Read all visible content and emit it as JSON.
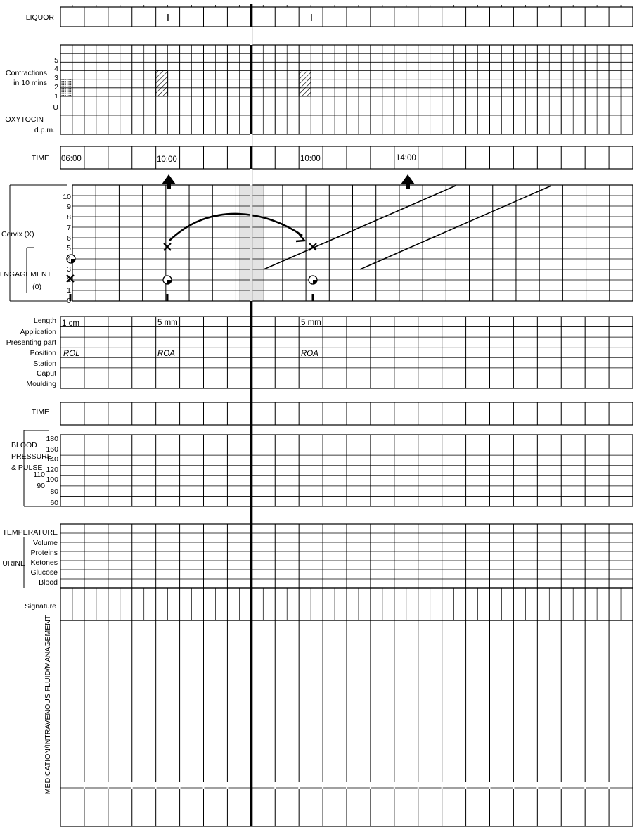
{
  "labels": {
    "liquor": "LIQUOR",
    "contractions_line1": "Contractions",
    "contractions_line2": "in 10 mins",
    "oxytocin": "OXYTOCIN",
    "dpm": "d.p.m.",
    "time": "TIME",
    "cervix": "Cervix (X)",
    "engagement": "ENGAGEMENT",
    "engagement_zero": "(0)",
    "length": "Length",
    "application": "Application",
    "presenting_part": "Presenting part",
    "position": "Position",
    "station": "Station",
    "caput": "Caput",
    "moulding": "Moulding",
    "bp_line1": "BLOOD",
    "bp_line2": "PRESSURE",
    "bp_line3": "& PULSE",
    "temperature": "TEMPERATURE",
    "volume": "Volume",
    "proteins": "Proteins",
    "ketones": "Ketones",
    "glucose": "Glucose",
    "blood": "Blood",
    "urine": "URINE",
    "signature": "Signature",
    "medication": "MEDICATION/INTRAVENOUS FLUID/MANAGEMENT"
  },
  "scales": {
    "contractions": [
      "1",
      "2",
      "3",
      "4",
      "5"
    ],
    "oxytocin_u": "U",
    "cervix": [
      "0",
      "1",
      "2",
      "3",
      "4",
      "5",
      "6",
      "7",
      "8",
      "9",
      "10"
    ],
    "bp": [
      "60",
      "80",
      "100",
      "120",
      "140",
      "160",
      "180"
    ],
    "pulse": [
      "90",
      "110"
    ]
  },
  "entries": {
    "liquor": [
      {
        "col": 4,
        "value": "I"
      },
      {
        "col": 10,
        "value": "I"
      }
    ],
    "contractions": [
      {
        "col": 0,
        "value": 2,
        "pattern": "dotted"
      },
      {
        "col": 4,
        "value": 3,
        "pattern": "hatched"
      },
      {
        "col": 10,
        "value": 3,
        "pattern": "hatched"
      }
    ],
    "times": [
      {
        "col": 0,
        "value": "06:00"
      },
      {
        "col": 4,
        "value": "10:00"
      },
      {
        "col": 10,
        "value": "10:00"
      },
      {
        "col": 14,
        "value": "14:00"
      }
    ],
    "length": [
      {
        "col": 0,
        "value": "1 cm"
      },
      {
        "col": 4,
        "value": "5 mm"
      },
      {
        "col": 10,
        "value": "5 mm"
      }
    ],
    "position": [
      {
        "col": 0,
        "value": "ROL"
      },
      {
        "col": 4,
        "value": "ROA"
      },
      {
        "col": 10,
        "value": "ROA"
      }
    ],
    "cervix_marks": [
      {
        "col": 0,
        "value": 2
      },
      {
        "col": 4,
        "value": 5
      },
      {
        "col": 10,
        "value": 5
      }
    ],
    "engagement_marks": [
      {
        "col": 0,
        "value": 4
      },
      {
        "col": 4,
        "value": 2
      },
      {
        "col": 10,
        "value": 2
      }
    ],
    "progress_arrows_cols": [
      4,
      14
    ]
  }
}
